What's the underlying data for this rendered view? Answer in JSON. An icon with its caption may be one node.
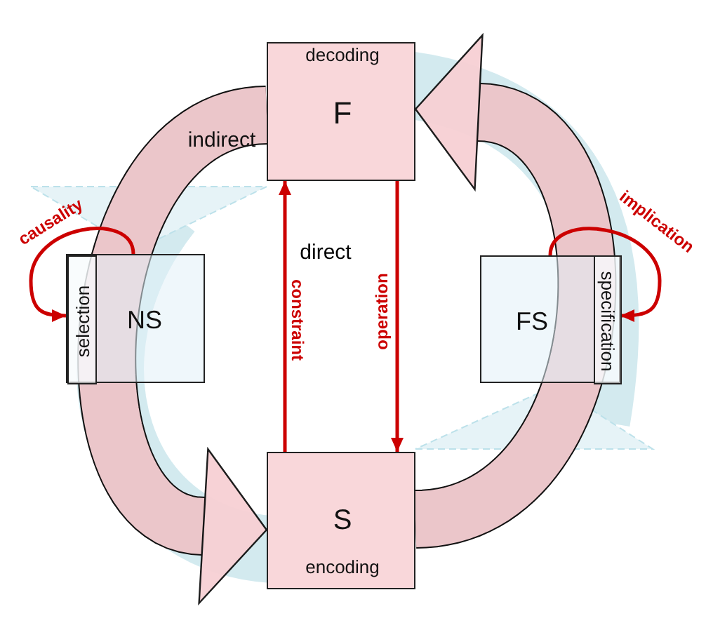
{
  "diagram": {
    "nodes": [
      {
        "text": [
          "decoding",
          "F"
        ]
      },
      {
        "text": [
          "NS"
        ]
      },
      {
        "text": [
          "selection"
        ],
        "in": 1
      },
      {
        "text": [
          "FS"
        ]
      },
      {
        "text": [
          "specification"
        ],
        "in": 3
      },
      {
        "text": [
          "S",
          "encoding"
        ]
      }
    ],
    "edges": [
      {
        "from": 5,
        "to": 0,
        "arrow": "to",
        "label": "constraint",
        "color": "#cc0000"
      },
      {
        "from": 0,
        "to": 5,
        "arrow": "to",
        "label": "operation",
        "color": "#cc0000"
      },
      {
        "from": 0,
        "to": 5,
        "arrow": "to",
        "label": "indirect",
        "style": "thick",
        "color": "#f7d0d4"
      },
      {
        "from": 5,
        "to": 0,
        "arrow": "to",
        "style": "thick",
        "color": "#f7d0d4"
      },
      {
        "from": 1,
        "to": 2,
        "arrow": "to",
        "label": "causality",
        "color": "#cc0000"
      },
      {
        "from": 3,
        "to": 4,
        "arrow": "to",
        "label": "implication",
        "color": "#cc0000"
      }
    ],
    "labels": [
      "direct"
    ]
  }
}
